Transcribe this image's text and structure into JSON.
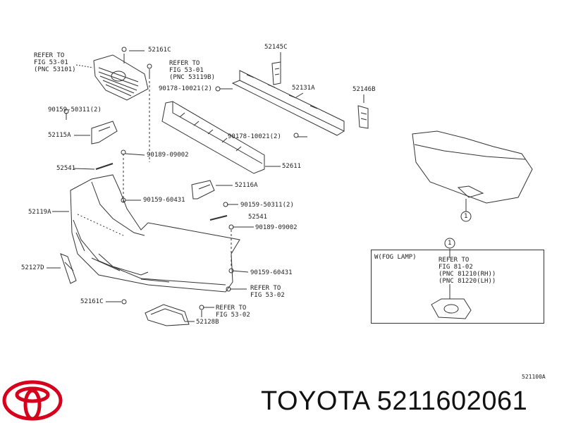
{
  "labels": {
    "refer_grille": "REFER TO\nFIG 53-01\n(PNC 53101)",
    "p52161c_top": "52161C",
    "refer_53119b": "REFER TO\nFIG 53-01\n(PNC 53119B)",
    "p52145c": "52145C",
    "p52131a": "52131A",
    "p52146b": "52146B",
    "p90159_50311_a": "90159-50311(2)",
    "p90178_10021_a": "90178-10021(2)",
    "p52115a": "52115A",
    "p90178_10021_b": "90178-10021(2)",
    "p90189_09002_a": "90189-09002",
    "p52541_a": "52541",
    "p52611": "52611",
    "p52116a": "52116A",
    "p90159_60431_a": "90159-60431",
    "p52119a": "52119A",
    "p90159_50311_b": "90159-50311(2)",
    "p52541_b": "52541",
    "p90189_09002_b": "90189-09002",
    "p52127d": "52127D",
    "p90159_60431_b": "90159-60431",
    "refer_53_02_a": "REFER TO\nFIG 53-02",
    "p52161c_bottom": "52161C",
    "refer_53_02_b": "REFER TO\nFIG 53-02",
    "p52128b": "52128B",
    "fog_title": "W(FOG LAMP)",
    "refer_fog": "REFER TO\nFIG 81-02\n(PNC 81210(RH))\n(PNC 81220(LH))",
    "circle_1": "1",
    "circle_1_box": "1",
    "diagram_code": "521100A"
  },
  "footer": {
    "brand": "TOYOTA",
    "part_number": "5211602061"
  },
  "colors": {
    "line": "#333333",
    "logo": "#d6001c"
  },
  "icons": [
    "toyota-logo-icon"
  ]
}
